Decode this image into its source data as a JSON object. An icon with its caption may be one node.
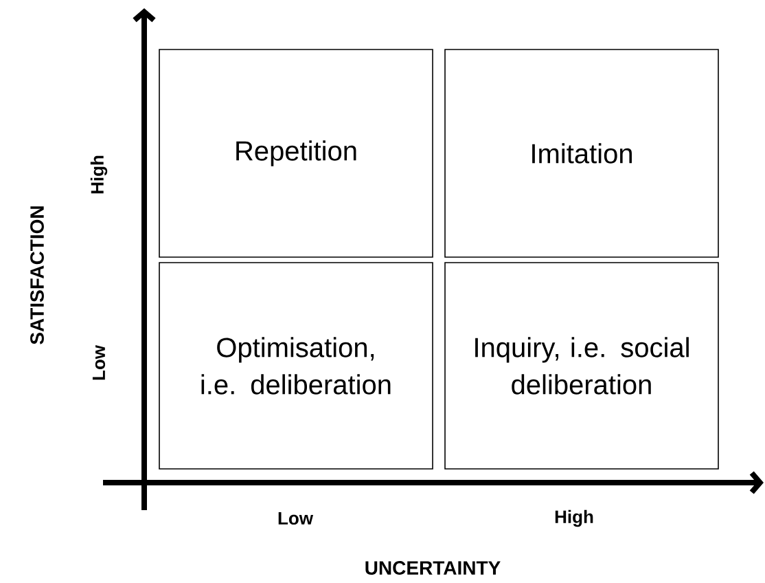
{
  "diagram": {
    "nodes": [
      {
        "text": [
          "Repetition"
        ]
      },
      {
        "text": [
          "Imitation"
        ]
      },
      {
        "text": [
          "Optimisation, i.e. deliberation"
        ]
      },
      {
        "text": [
          "Inquiry, i.e. social deliberation"
        ]
      }
    ],
    "labels": [
      "High",
      "Low",
      "SATISFACTION",
      "Low",
      "High",
      "UNCERTAINTY"
    ]
  }
}
